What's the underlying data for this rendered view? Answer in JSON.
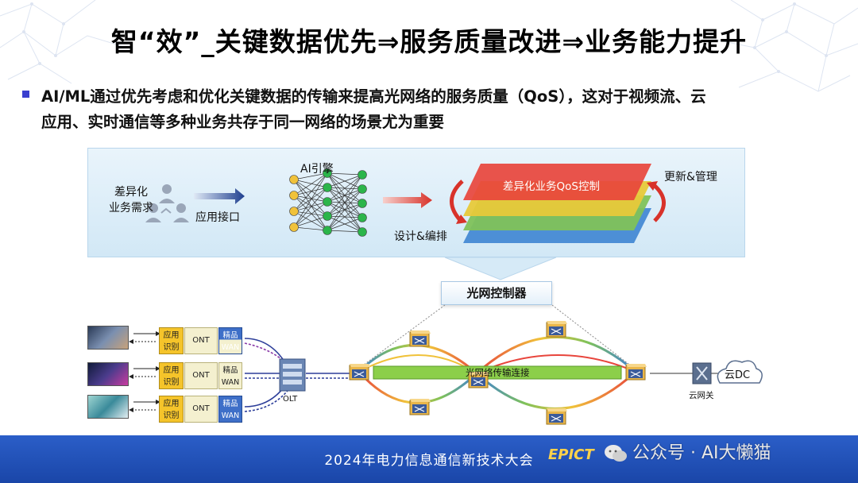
{
  "title": "智“效”_关键数据优先⇒服务质量改进⇒业务能力提升",
  "bullet": {
    "line1": "AI/ML通过优先考虑和优化关键数据的传输来提高光网络的服务质量（QoS），这对于视频流、云",
    "line2": "应用、实时通信等多种业务共存于同一网络的场景尤为重要"
  },
  "panel": {
    "demand_line1": "差异化",
    "demand_line2": "业务需求",
    "api_label": "应用接口",
    "ai_engine_label": "AI引擎",
    "design_label": "设计&编排",
    "qos_layer_label": "差异化业务QoS控制",
    "update_label": "更新&管理"
  },
  "controller_label": "光网控制器",
  "network": {
    "ont_rows": [
      {
        "app_l1": "应用",
        "app_l2": "识别",
        "ont": "ONT",
        "wan_l1": "精品",
        "wan_l2": "WAN"
      },
      {
        "app_l1": "应用",
        "app_l2": "识别",
        "ont": "ONT",
        "wan_l1": "精品",
        "wan_l2": "WAN"
      },
      {
        "app_l1": "应用",
        "app_l2": "识别",
        "ont": "ONT",
        "wan_l1": "精品",
        "wan_l2": "WAN"
      }
    ],
    "olt_label": "OLT",
    "transport_label": "光网络传输连接",
    "cloud_gw_label": "云网关",
    "cloud_dc_label": "云DC"
  },
  "footer": {
    "conference": "2024年电力信息通信新技术大会",
    "logo": "EPICT"
  },
  "watermark": "公众号 · AI大懒猫",
  "colors": {
    "accent_blue": "#3a3fcf",
    "footer_blue": "#1a46a8",
    "layer_red": "#e8453c",
    "layer_yellow": "#e7c93a",
    "layer_green": "#7fc25a",
    "layer_blue": "#4d8fd6",
    "node_yellow": "#f0c23a",
    "node_green": "#2bb54a"
  }
}
